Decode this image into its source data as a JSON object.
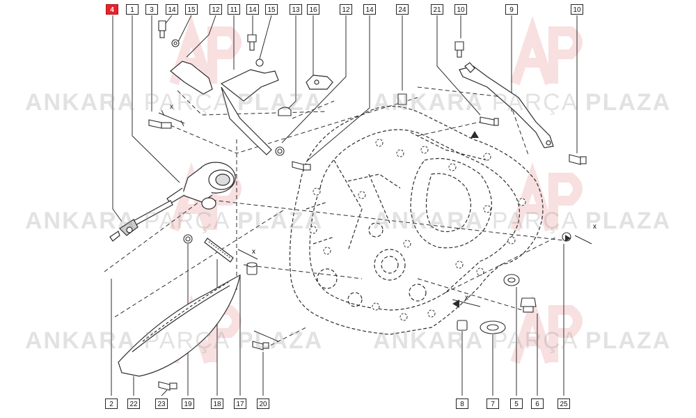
{
  "watermark": {
    "word1": "ANKARA",
    "word2": "PARÇA",
    "word3": "PLAZA"
  },
  "callouts_top": [
    "4",
    "1",
    "3",
    "14",
    "15",
    "12",
    "11",
    "14",
    "15",
    "13",
    "16",
    "12",
    "14",
    "24",
    "21",
    "10",
    "9",
    "10"
  ],
  "callouts_bottom": [
    "2",
    "22",
    "23",
    "19",
    "18",
    "17",
    "20",
    "8",
    "7",
    "5",
    "6",
    "25"
  ],
  "dimension_marks": [
    "x",
    "x",
    "x",
    "x"
  ],
  "colors": {
    "line": "#2b2b2b",
    "highlight": "#e8222b",
    "watermark": "#b4b4b4",
    "watermark_logo": "#f4c9cb"
  }
}
